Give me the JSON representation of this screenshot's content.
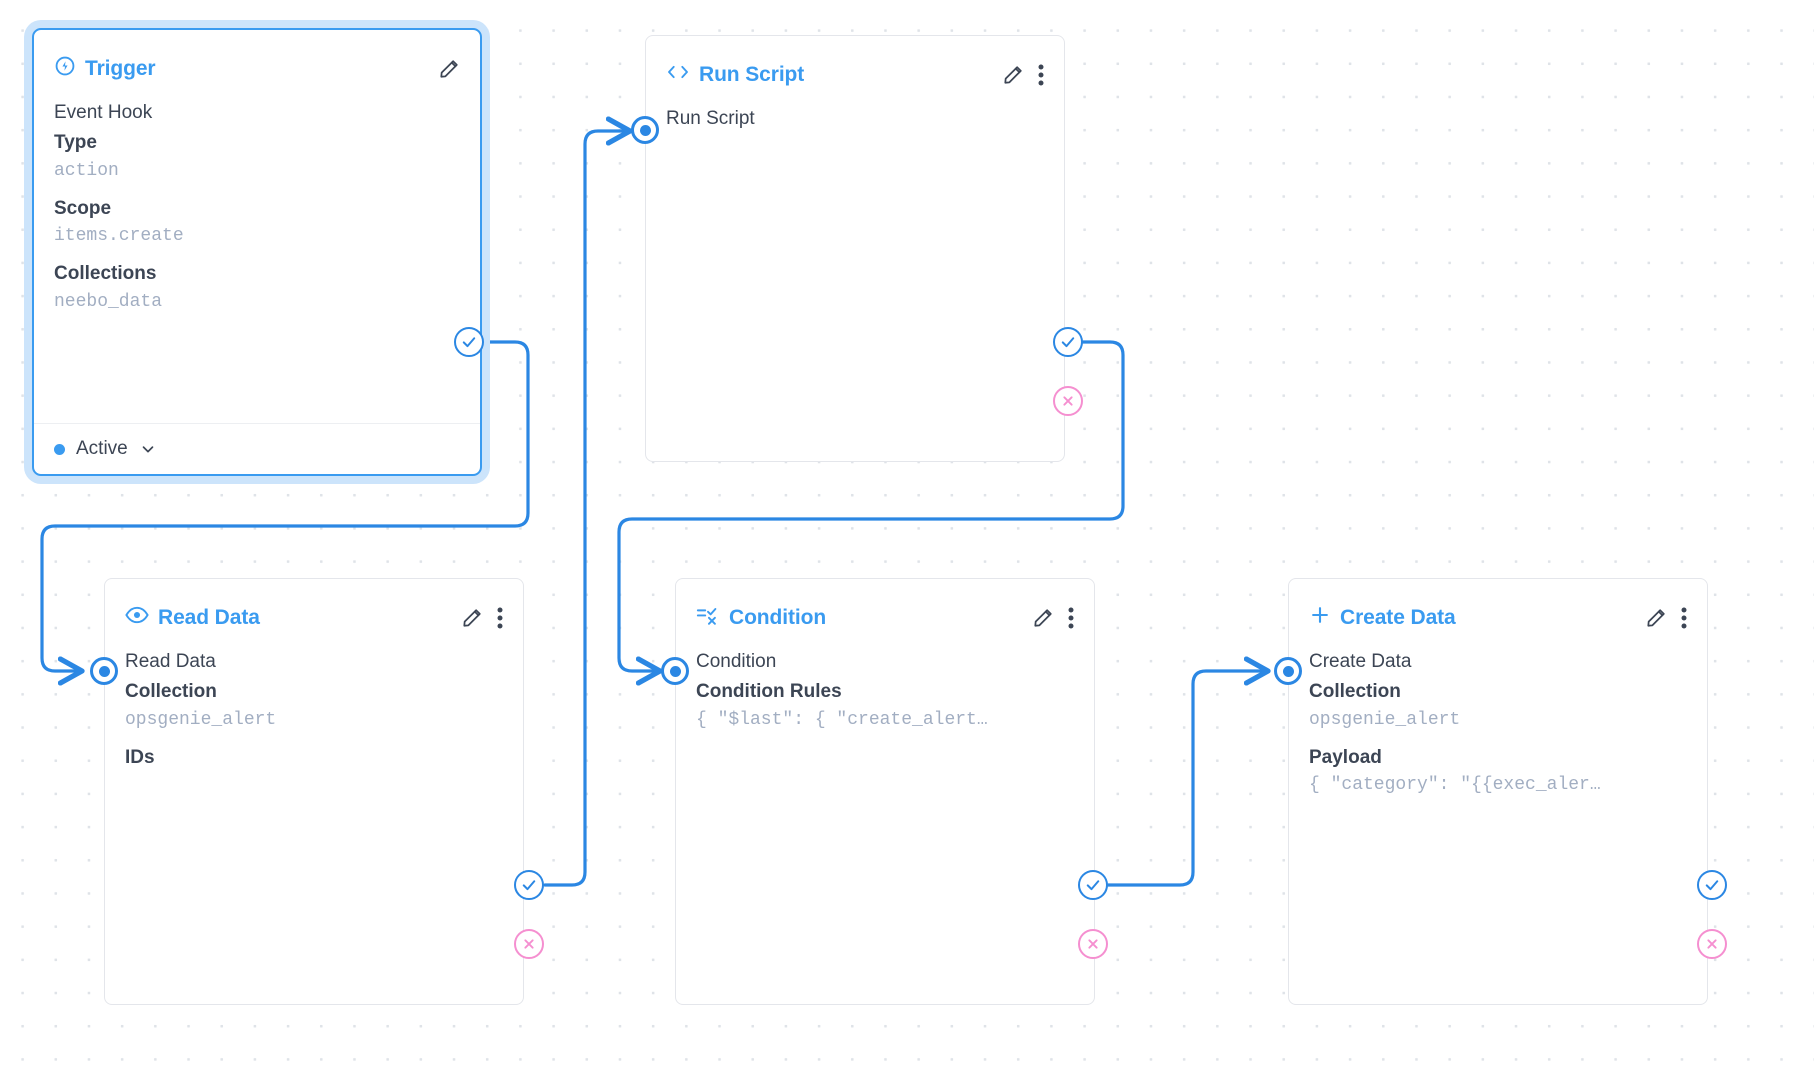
{
  "canvas": {
    "background": "#ffffff",
    "dot_color": "#dfe3e8",
    "edge_color": "#2b87e3",
    "accent": "#3a9bf0",
    "success_color": "#2b87e3",
    "error_color": "#f58fd0",
    "value_color": "#a2aec2"
  },
  "nodes": [
    {
      "id": "trigger",
      "title": "Trigger",
      "icon": "bolt-circle-icon",
      "selected": true,
      "row_main": "Event Hook",
      "fields": [
        {
          "label": "Type",
          "value": "action"
        },
        {
          "label": "Scope",
          "value": "items.create"
        },
        {
          "label": "Collections",
          "value": "neebo_data"
        }
      ],
      "status": {
        "label": "Active",
        "dot_color": "#3a9bf0",
        "chevron": "chevron-down-icon"
      },
      "has_edit": true,
      "has_menu": false
    },
    {
      "id": "run-script",
      "title": "Run Script",
      "icon": "code-brackets-icon",
      "selected": false,
      "row_main": "Run Script",
      "fields": [],
      "has_edit": true,
      "has_menu": true
    },
    {
      "id": "read-data",
      "title": "Read Data",
      "icon": "eye-icon",
      "selected": false,
      "row_main": "Read Data",
      "fields": [
        {
          "label": "Collection",
          "value": "opsgenie_alert"
        },
        {
          "label": "IDs",
          "value": ""
        }
      ],
      "has_edit": true,
      "has_menu": true
    },
    {
      "id": "condition",
      "title": "Condition",
      "icon": "filter-rules-icon",
      "selected": false,
      "row_main": "Condition",
      "fields": [
        {
          "label": "Condition Rules",
          "value": "{ \"$last\": { \"create_alert…"
        }
      ],
      "has_edit": true,
      "has_menu": true
    },
    {
      "id": "create-data",
      "title": "Create Data",
      "icon": "plus-icon",
      "selected": false,
      "row_main": "Create Data",
      "fields": [
        {
          "label": "Collection",
          "value": "opsgenie_alert"
        },
        {
          "label": "Payload",
          "value": "{ \"category\": \"{{exec_aler…"
        }
      ],
      "has_edit": true,
      "has_menu": true
    }
  ],
  "ports": {
    "success_icon": "check-circle-icon",
    "error_icon": "x-circle-icon",
    "input_icon": "input-port-icon"
  }
}
